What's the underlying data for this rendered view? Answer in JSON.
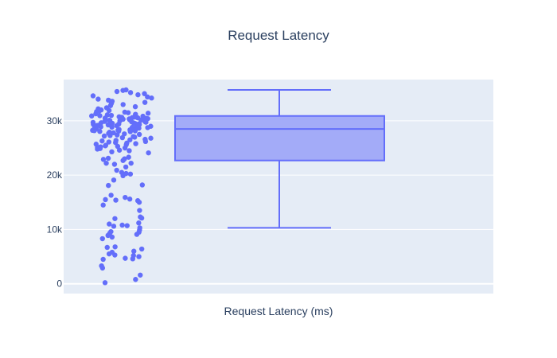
{
  "chart_data": {
    "type": "box",
    "title": "Request Latency",
    "xlabel": "Request Latency (ms)",
    "ylabel": "",
    "ylim": [
      -1800,
      37600
    ],
    "yticks": [
      0,
      10000,
      20000,
      30000
    ],
    "ytick_labels": [
      "0",
      "10k",
      "20k",
      "30k"
    ],
    "grid": true,
    "colors": {
      "marker": "#636efa",
      "box_fill": "rgba(99,110,250,0.5)",
      "box_line": "#636efa",
      "plot_bg": "#e5ecf6",
      "grid": "#ffffff"
    },
    "box": {
      "lower_fence": 10300,
      "q1": 22700,
      "median": 28500,
      "q3": 30900,
      "upper_fence": 35700
    },
    "points": [
      200,
      800,
      1600,
      2900,
      3300,
      4500,
      4600,
      4700,
      5000,
      5200,
      5300,
      5500,
      5800,
      6000,
      6400,
      6700,
      6800,
      8300,
      8600,
      8900,
      9100,
      9300,
      9500,
      9600,
      9900,
      10300,
      10600,
      10700,
      10800,
      11000,
      11200,
      12000,
      12100,
      12300,
      13500,
      14500,
      15000,
      15300,
      15400,
      15500,
      15600,
      15900,
      16300,
      18100,
      18200,
      19100,
      19900,
      20200,
      20300,
      20500,
      20900,
      21500,
      22000,
      22200,
      22200,
      22700,
      22900,
      23000,
      23100,
      23300,
      24100,
      24300,
      24500,
      24600,
      24800,
      24900,
      25000,
      25100,
      25200,
      25300,
      25400,
      25500,
      25600,
      25700,
      25800,
      25900,
      26000,
      26100,
      26200,
      26300,
      26400,
      26500,
      26600,
      26800,
      26900,
      27000,
      27100,
      27200,
      27300,
      27400,
      27500,
      27600,
      27700,
      27800,
      27900,
      28000,
      28050,
      28100,
      28150,
      28200,
      28250,
      28300,
      28350,
      28400,
      28450,
      28500,
      28550,
      28600,
      28650,
      28700,
      28750,
      28800,
      28850,
      28900,
      28950,
      29000,
      29050,
      29100,
      29150,
      29200,
      29250,
      29300,
      29350,
      29400,
      29450,
      29500,
      29550,
      29600,
      29650,
      29700,
      29750,
      29800,
      29850,
      29900,
      29950,
      30000,
      30050,
      30100,
      30150,
      30200,
      30250,
      30300,
      30350,
      30400,
      30450,
      30500,
      30550,
      30600,
      30650,
      30700,
      30750,
      30800,
      30850,
      30900,
      30950,
      31000,
      31100,
      31200,
      31300,
      31400,
      31500,
      31600,
      31700,
      31800,
      31900,
      32000,
      32200,
      32400,
      32600,
      32800,
      33000,
      33200,
      33400,
      33600,
      33800,
      34000,
      34200,
      34400,
      34600,
      34800,
      35000,
      35200,
      35400,
      35600,
      35700
    ]
  }
}
